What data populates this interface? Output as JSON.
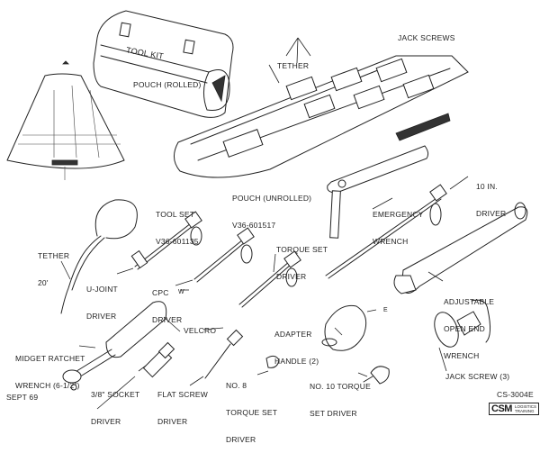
{
  "figure": {
    "title_code": "CS-3004E",
    "date": "SEPT 69",
    "logo": {
      "main": "CSM",
      "sub_line1": "LOGISTICS",
      "sub_line2": "TRAINING"
    }
  },
  "labels": {
    "pouch_rolled": "POUCH (ROLLED)",
    "tool_kit": "TOOL KIT",
    "pouch_unrolled": [
      "POUCH (UNROLLED)",
      "V36-601517"
    ],
    "tether_pouch": "TETHER",
    "jack_screws": "JACK SCREWS",
    "emergency_wrench": [
      "EMERGENCY",
      "WRENCH"
    ],
    "ten_in_driver": [
      "10 IN.",
      "DRIVER"
    ],
    "tool_set": [
      "TOOL SET",
      "V36-601135"
    ],
    "tether_20": [
      "TETHER",
      "20'"
    ],
    "u_joint_driver": [
      "U-JOINT",
      "DRIVER"
    ],
    "cpc_driver": [
      "CPC",
      "DRIVER"
    ],
    "torque_set_driver": [
      "TORQUE SET",
      "DRIVER"
    ],
    "adjustable_wrench": [
      "ADJUSTABLE",
      "OPEN END",
      "WRENCH"
    ],
    "w_mark": "W",
    "e_mark": "E",
    "midget_ratchet": [
      "MIDGET RATCHET",
      "WRENCH (6-1/2\")"
    ],
    "velcro": "VELCRO",
    "socket_driver": [
      "3/8\" SOCKET",
      "DRIVER"
    ],
    "flat_screw_driver": [
      "FLAT SCREW",
      "DRIVER"
    ],
    "no8_torque": [
      "NO. 8",
      "TORQUE SET",
      "DRIVER"
    ],
    "adapter_handle": [
      "ADAPTER",
      "HANDLE (2)"
    ],
    "no10_torque": [
      "NO. 10 TORQUE",
      "SET DRIVER"
    ],
    "jack_screw_3": "JACK SCREW (3)"
  }
}
